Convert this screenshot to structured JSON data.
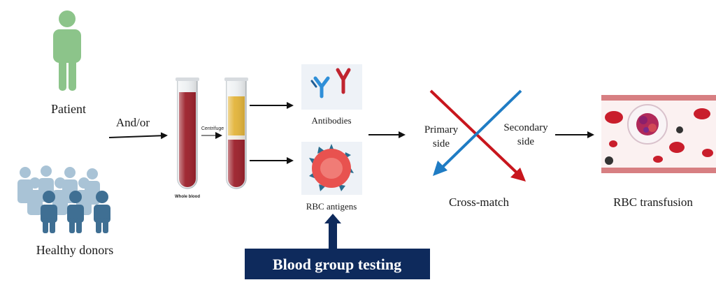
{
  "labels": {
    "patient": "Patient",
    "healthy_donors": "Healthy donors",
    "and_or": "And/or",
    "centrifuge": "Centrifuge",
    "whole_blood": "Whole blood",
    "antibodies": "Antibodies",
    "rbc_antigens": "RBC antigens",
    "primary_side_1": "Primary",
    "primary_side_2": "side",
    "secondary_side_1": "Secondary",
    "secondary_side_2": "side",
    "cross_match": "Cross-match",
    "rbc_transfusion": "RBC transfusion",
    "blood_group_testing": "Blood group testing"
  },
  "colors": {
    "patient": "#8cc48a",
    "donor_front": "#3f6f93",
    "donor_back": "#a9c3d6",
    "blood": "#9b1f2a",
    "plasma": "#e3b43a",
    "cross_red": "#c8161d",
    "cross_blue": "#1f7cc4",
    "banner": "#0e2a5c",
    "antigen_cell": "#e8524f",
    "antigen_spike": "#2a6d8f"
  },
  "icons": [
    "person-icon",
    "crowd-icon",
    "test-tube-icon",
    "antibody-icon",
    "red-cell-icon",
    "blood-vessel-icon"
  ]
}
